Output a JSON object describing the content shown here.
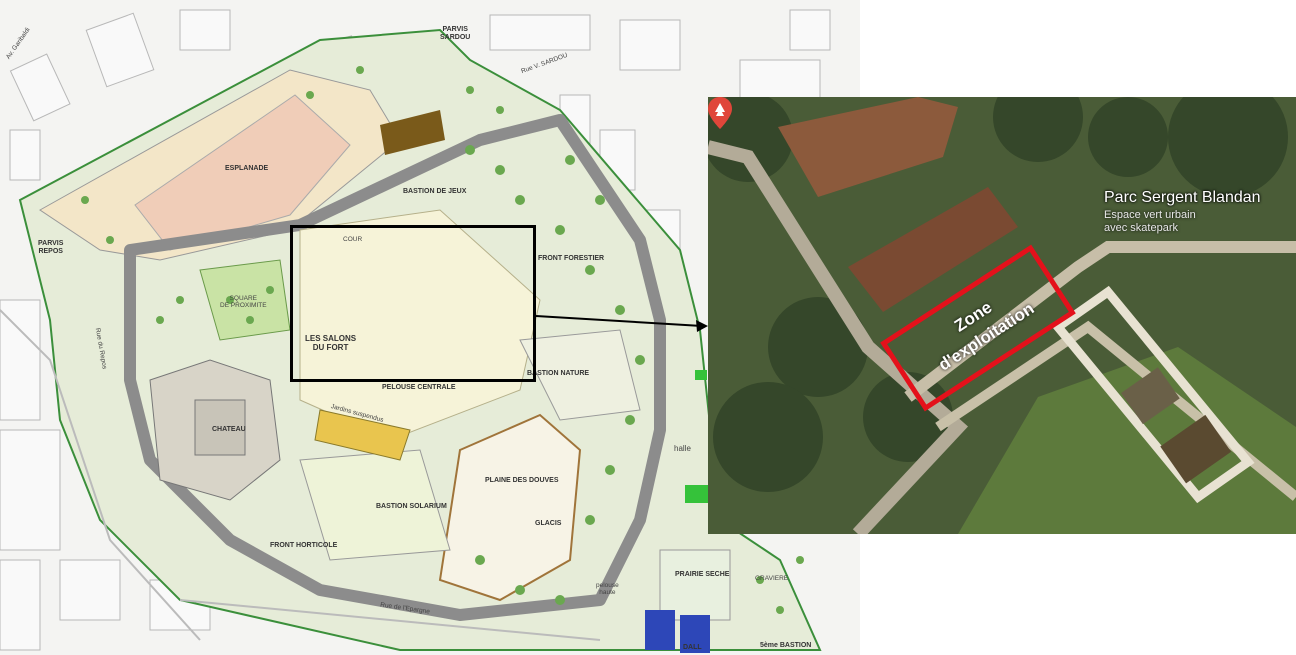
{
  "plan": {
    "labels": {
      "parvis_sardou": "PARVIS\nSARDOU",
      "rue_sardou": "Rue V. SARDOU",
      "av_garibaldi": "Av. Garibaldi",
      "esplanade": "ESPLANADE",
      "bastion_jeux": "BASTION DE JEUX",
      "parvis_repos": "PARVIS\nREPOS",
      "cour": "COUR",
      "front_forestier": "FRONT FORESTIER",
      "square_proximite": "SQUARE\nDE PROXIMITE",
      "salons_fort": "LES SALONS\nDU FORT",
      "rue_repos": "Rue du Repos",
      "bastion_nature": "BASTION NATURE",
      "pelouse_centrale": "PELOUSE CENTRALE",
      "jardins_suspendus": "Jardins suspendus",
      "chateau": "CHATEAU",
      "plaine_douves": "PLAINE DES DOUVES",
      "halle": "halle",
      "bastion_solarium": "BASTION SOLARIUM",
      "glacis": "GLACIS",
      "front_horticole": "FRONT HORTICOLE",
      "prairie_seche": "PRAIRIE SECHE",
      "graviere": "GRAVIERE",
      "pelouse_haute": "pelouse\nhaute",
      "rue_epargne": "Rue de l'Epargne",
      "cinquieme_bastion": "5ème BASTION",
      "dall": "DALL"
    }
  },
  "satellite": {
    "place_name": "Parc Sergent Blandan",
    "place_desc": "Espace vert urbain\navec skatepark",
    "zone_label_line1": "Zone",
    "zone_label_line2": "d'exploitation"
  },
  "colors": {
    "highlight_border": "#e4111b",
    "pin": "#e0463a",
    "frame": "#000000"
  }
}
